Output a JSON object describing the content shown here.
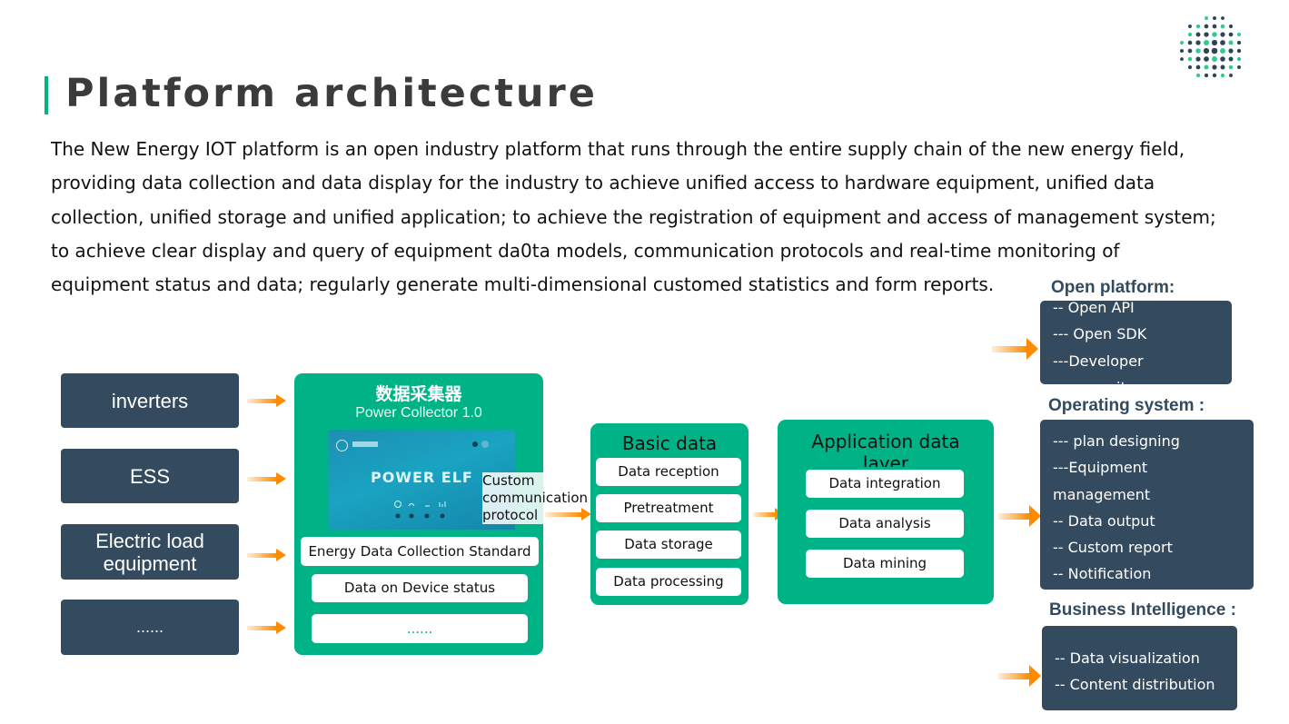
{
  "header": {
    "title": "Platform architecture",
    "description_lines": [
      "The New Energy IOT platform is an open industry platform that runs through the entire supply chain of the new energy field,",
      "providing data collection and data display for the industry to achieve unified access to hardware equipment, unified data",
      "collection, unified storage and unified application;  to achieve the registration of equipment and access of management system;",
      "to achieve clear display and query of equipment da0ta models, communication protocols and real-time monitoring of",
      "equipment status and data; regularly generate multi-dimensional customed statistics and form reports."
    ]
  },
  "logo": {
    "icon": "dotted-globe-icon",
    "colors": [
      "#2f4557",
      "#2ecc8f"
    ]
  },
  "sources": [
    {
      "label": "inverters"
    },
    {
      "label": "ESS"
    },
    {
      "label": "Electric load equipment"
    },
    {
      "label": "......"
    }
  ],
  "collector": {
    "title": "数据采集器",
    "subtitle": "Power Collector 1.0",
    "device_label": "POWER  ELF",
    "items": [
      "Energy Data Collection Standard",
      "Data on Device status",
      "......"
    ]
  },
  "protocol": {
    "label": "Custom communication protocol"
  },
  "basic_data": {
    "title": "Basic data",
    "items": [
      "Data reception",
      "Pretreatment",
      "Data storage",
      "Data processing"
    ]
  },
  "app_layer": {
    "title": "Application data layer",
    "items": [
      "Data integration",
      "Data analysis",
      "Data mining"
    ]
  },
  "outputs": [
    {
      "heading": "Open platform:",
      "lines": [
        "--  Open API",
        "--- Open SDK",
        "---Developer",
        "community"
      ]
    },
    {
      "heading": "Operating system :",
      "lines": [
        "--- plan designing",
        "---Equipment",
        "management",
        "-- Data output",
        "-- Custom report",
        "-- Notification"
      ]
    },
    {
      "heading": "Business Intelligence :",
      "lines": [
        "-- Data visualization",
        "-- Content distribution"
      ]
    }
  ],
  "colors": {
    "accent_green": "#00b386",
    "dark_box": "#344a5e",
    "arrow_orange": "#ff8c00"
  }
}
